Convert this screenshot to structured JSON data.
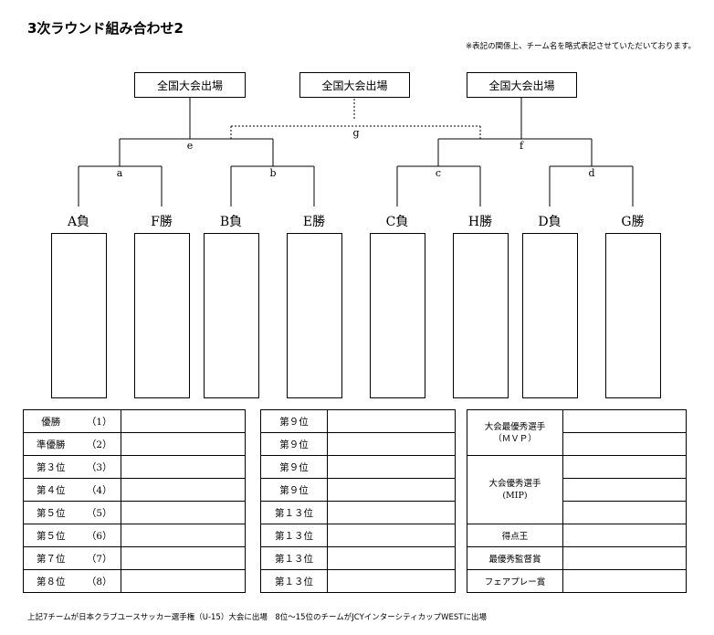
{
  "header": {
    "title": "3次ラウンド組み合わせ2",
    "note": "※表記の関係上、チーム名を略式表記させていただいております。"
  },
  "bracket": {
    "top_boxes": [
      "全国大会出場",
      "全国大会出場",
      "全国大会出場"
    ],
    "match_letters": {
      "a": "a",
      "b": "b",
      "c": "c",
      "d": "d",
      "e": "e",
      "f": "f",
      "g": "g"
    },
    "slots": [
      "A負",
      "F勝",
      "B負",
      "E勝",
      "C負",
      "H勝",
      "D負",
      "G勝"
    ]
  },
  "rankings_left": [
    {
      "place": "優勝",
      "num": "（1）"
    },
    {
      "place": "準優勝",
      "num": "（2）"
    },
    {
      "place": "第３位",
      "num": "（3）"
    },
    {
      "place": "第４位",
      "num": "（4）"
    },
    {
      "place": "第５位",
      "num": "（5）"
    },
    {
      "place": "第５位",
      "num": "（6）"
    },
    {
      "place": "第７位",
      "num": "（7）"
    },
    {
      "place": "第８位",
      "num": "（8）"
    }
  ],
  "rankings_middle": [
    "第９位",
    "第９位",
    "第９位",
    "第９位",
    "第１３位",
    "第１３位",
    "第１３位",
    "第１３位"
  ],
  "awards": {
    "mvp_line1": "大会最優秀選手",
    "mvp_line2": "（ＭＶＰ）",
    "mip_line1": "大会優秀選手",
    "mip_line2": "(MIP)",
    "scorer": "得点王",
    "coach": "最優秀監督賞",
    "fairplay": "フェアプレー賞"
  },
  "footer": "上記7チームが日本クラブユースサッカー選手権（U-15）大会に出場　8位～15位のチームがJCYインターシティカップWESTに出場"
}
